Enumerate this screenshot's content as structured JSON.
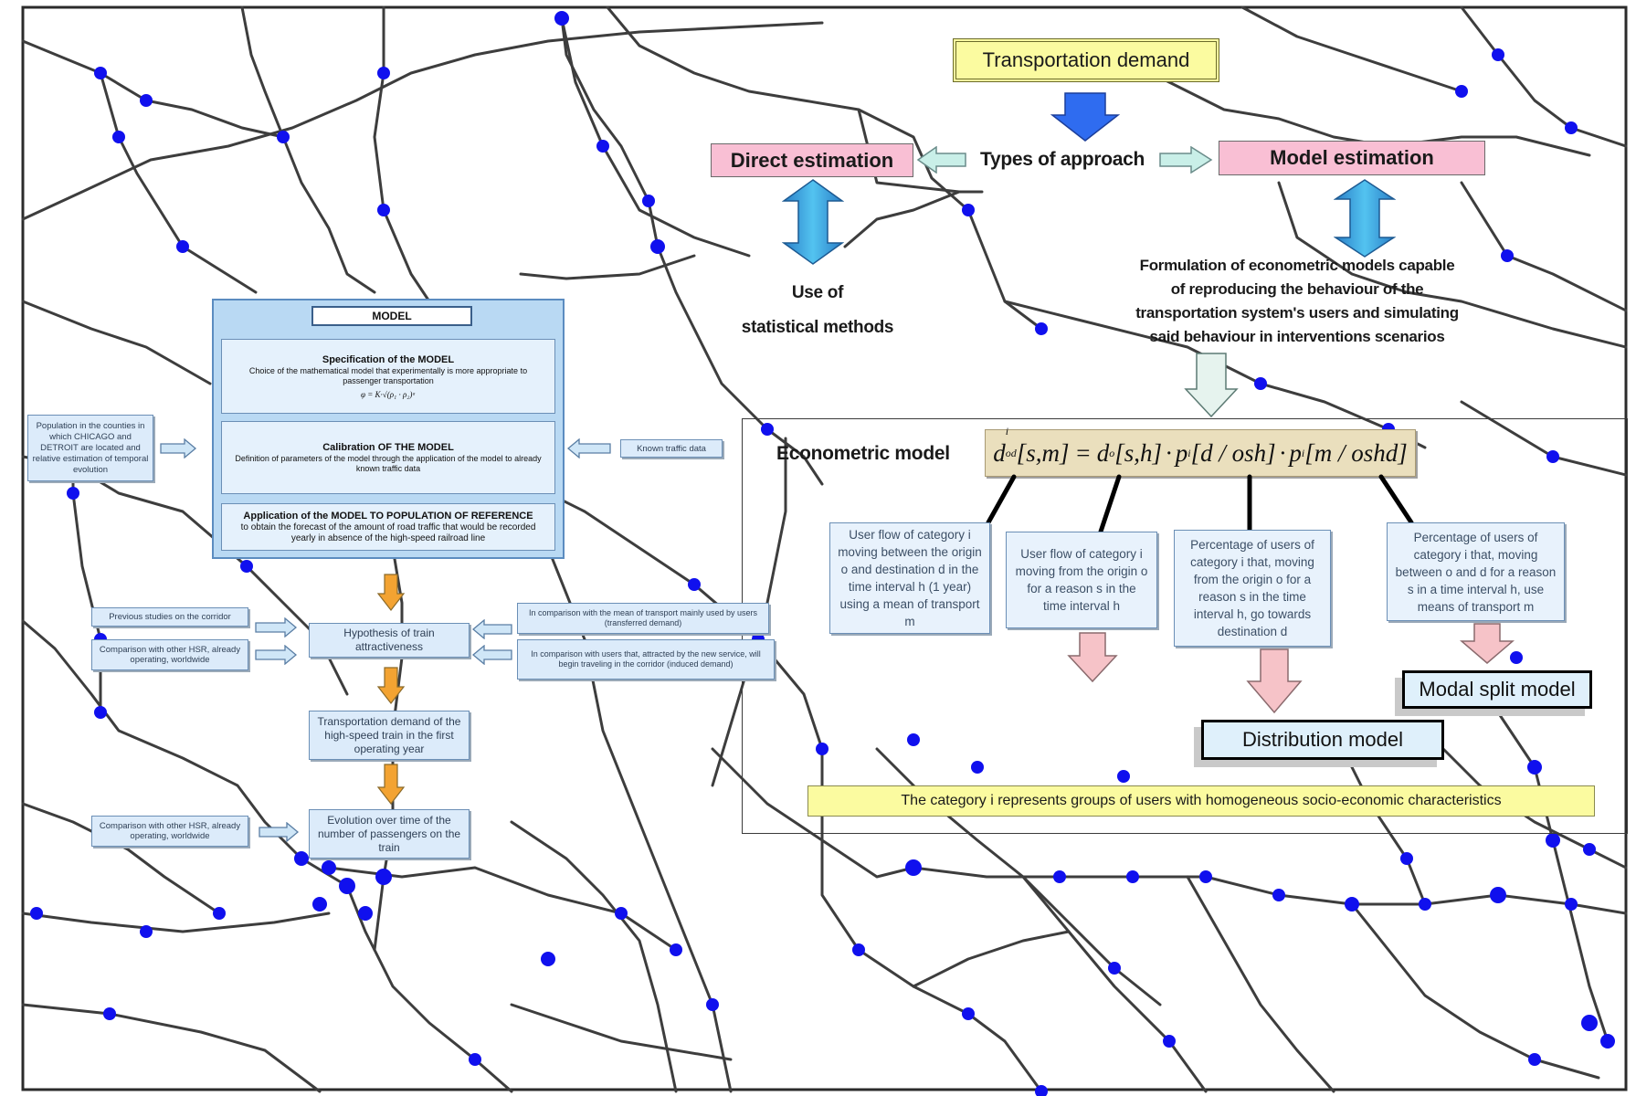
{
  "top": {
    "demand": "Transportation demand",
    "direct": "Direct estimation",
    "types": "Types of approach",
    "model": "Model estimation",
    "use_of_1": "Use of",
    "use_of_2": "statistical methods",
    "formulation": [
      "Formulation of econometric models capable",
      "of reproducing the behaviour of the",
      "transportation system's users and simulating",
      "said behaviour in interventions scenarios"
    ]
  },
  "econometric": {
    "label": "Econometric model",
    "formula": {
      "d1": "d",
      "d1_sup": "i",
      "d1_sub": "od",
      "arg1": "[s,m]",
      "eq": "=",
      "d2": "d",
      "d2_sub": "o",
      "arg2": "[s,h]",
      "dot": "·",
      "p1": "p",
      "p1_sup": "i",
      "arg3": "[d / osh]",
      "p2": "p",
      "p2_sup": "i",
      "arg4": "[m / oshd]"
    },
    "boxes": [
      "User flow of category i moving between the origin o and destination d in the time interval h (1 year) using a mean of transport m",
      "User flow of category i moving from the origin o for a reason s in the time interval h",
      "Percentage of users of category i that, moving from the origin o for a reason s in the time interval h, go towards destination d",
      "Percentage of users of category i that, moving between o and d for a reason s in a time interval h, use means of transport m"
    ],
    "distribution": "Distribution model",
    "modal_split": "Modal split model",
    "category_note": "The category i represents groups of users with homogeneous socio-economic characteristics"
  },
  "model_panel": {
    "title": "MODEL",
    "spec_title": "Specification of the MODEL",
    "spec_text": "Choice of the mathematical model that experimentally is more appropriate to passenger transportation",
    "spec_formula": "φ = K·√(ρ₁ · ρ₂)ᵃ",
    "calib_title": "Calibration OF THE MODEL",
    "calib_text": "Definition of parameters of the model through the application of the model to already known traffic data",
    "app_title": "Application of the MODEL TO POPULATION OF REFERENCE",
    "app_text": "to obtain the forecast of the amount of road traffic that would be recorded yearly in absence of the high-speed railroad line"
  },
  "left": {
    "population": "Population in the counties in which CHICAGO and DETROIT are located and relative estimation of temporal evolution",
    "known_traffic": "Known traffic data",
    "previous": "Previous studies on the corridor",
    "comparison1": "Comparison with other HSR, already operating, worldwide",
    "hypothesis": "Hypothesis of train attractiveness",
    "transferred": "In comparison with the mean of transport mainly used by users (transferred demand)",
    "induced": "In comparison with users that, attracted by the new service, will begin traveling in the corridor (induced demand)",
    "demand_first": "Transportation demand of the high-speed train in the first operating year",
    "comparison2": "Comparison with other HSR, already operating, worldwide",
    "evolution": "Evolution over time of the number of passengers on the train"
  },
  "colors": {
    "road": "#3d3d3d",
    "city_dot": "#1010ee",
    "pink_box": "#f9bfd4",
    "yellow_box": "#fbfba0",
    "light_blue": "#dcebfa",
    "arrow_blue": "#2f6cf0",
    "arrow_cyan": "#37a8e0",
    "arrow_orange": "#f3a332",
    "arrow_pink": "#f6c3c8"
  },
  "icons": [
    "road-network-map",
    "city-node-icon",
    "double-arrow-icon",
    "down-arrow-icon",
    "right-arrow-icon"
  ]
}
